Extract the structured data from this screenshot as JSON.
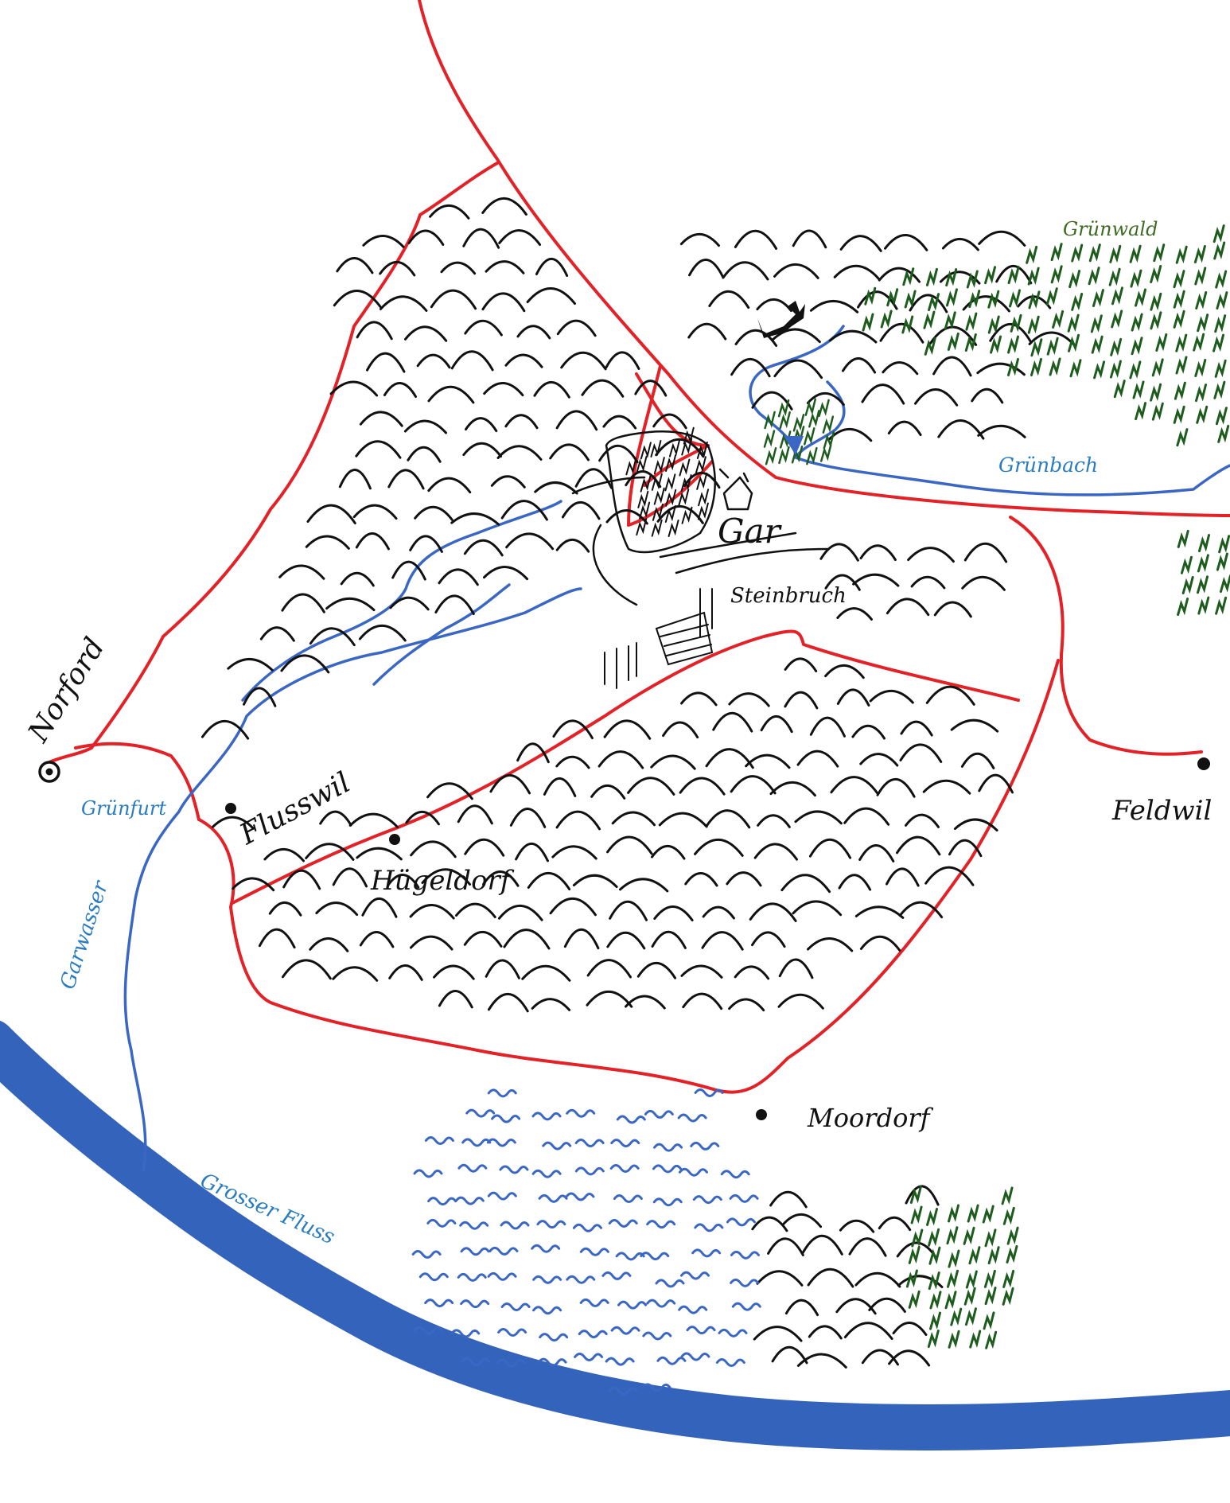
{
  "colors": {
    "road": "#e32228",
    "river": "#3a66c4",
    "big_river": "#3463bc",
    "hills": "#111111",
    "forest": "#1e5c1e",
    "river_label": "#2a7cc0",
    "forest_label": "#3d6b22"
  },
  "labels": {
    "norford": "Norford",
    "gruenfurt": "Grünfurt",
    "flusswil": "Flusswil",
    "huegeldorf": "Hügeldorf",
    "gar": "Gar",
    "steinbruch": "Steinbruch",
    "gruenwald": "Grünwald",
    "gruenbach": "Grünbach",
    "feldwil": "Feldwil",
    "moordorf": "Moordorf",
    "garwasser": "Garwasser",
    "grosser_fluss": "Grosser Fluss"
  },
  "icons": {
    "norford": "capital-circle-icon",
    "settlement": "dot-icon",
    "ruin": "castle-ruin-icon",
    "lake": "lake-icon"
  }
}
